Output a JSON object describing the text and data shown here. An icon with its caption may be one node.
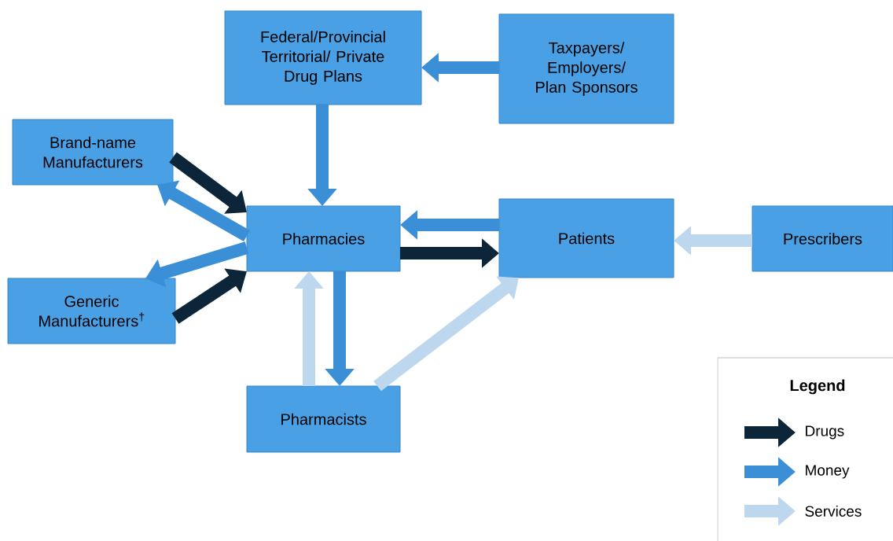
{
  "diagram": {
    "nodes": [
      {
        "text": [
          "Federal/Provincial Territorial/ Private Drug Plans"
        ]
      },
      {
        "text": [
          "Taxpayers/ Employers/ Plan Sponsors"
        ]
      },
      {
        "text": [
          "Brand-name Manufacturers"
        ]
      },
      {
        "text": [
          "Pharmacies"
        ]
      },
      {
        "text": [
          "Patients"
        ]
      },
      {
        "text": [
          "Prescribers"
        ]
      },
      {
        "text": [
          "Generic Manufacturers$^{†}$"
        ]
      },
      {
        "text": [
          "Pharmacists"
        ]
      }
    ],
    "edges": [
      {
        "from": 1,
        "to": 0,
        "arrow": "to"
      },
      {
        "from": 0,
        "to": 3,
        "arrow": "to"
      },
      {
        "from": 2,
        "to": 3,
        "arrow": "to",
        "color": "#0d2538"
      },
      {
        "from": 3,
        "to": 2,
        "arrow": "to"
      },
      {
        "from": 3,
        "to": 6,
        "arrow": "to"
      },
      {
        "from": 6,
        "to": 3,
        "arrow": "to",
        "color": "#0d2538"
      },
      {
        "from": 4,
        "to": 3,
        "arrow": "to"
      },
      {
        "from": 3,
        "to": 4,
        "arrow": "to",
        "color": "#0d2538"
      },
      {
        "from": 5,
        "to": 4,
        "arrow": "to",
        "color": "#bdd7ee"
      },
      {
        "from": 7,
        "to": 3,
        "arrow": "to",
        "color": "#bdd7ee"
      },
      {
        "from": 3,
        "to": 7,
        "arrow": "to"
      },
      {
        "from": 7,
        "to": 4,
        "arrow": "to",
        "color": "#bdd7ee"
      }
    ],
    "labels": [
      "Legend"
    ],
    "legend": [
      {
        "text": "Drugs",
        "color": "#0d2538"
      },
      {
        "text": "Money",
        "color": "#3a8fd6"
      },
      {
        "text": "Services",
        "color": "#bdd7ee"
      }
    ]
  }
}
